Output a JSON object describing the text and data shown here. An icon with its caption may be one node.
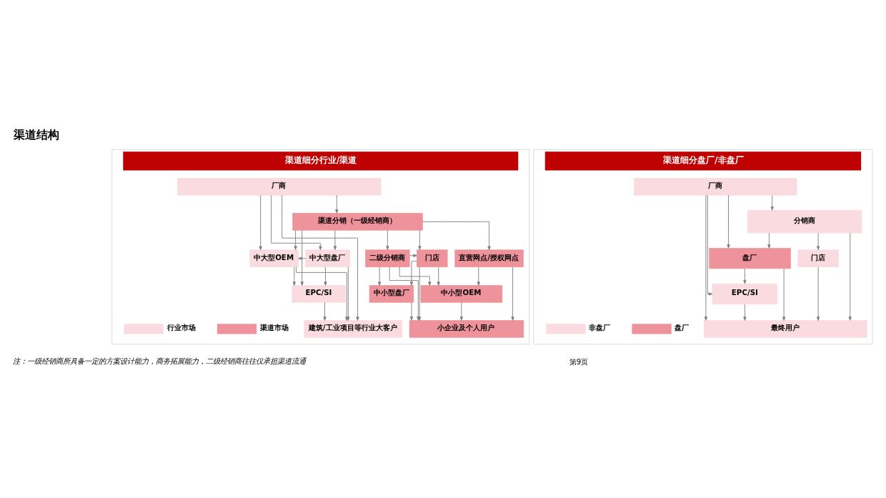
{
  "diagram": {
    "title": "渠道结构",
    "nodes": [
      {
        "text": [
          "渠道细分行业/渠道"
        ]
      },
      {
        "text": [
          "厂商"
        ],
        "in": 0
      },
      {
        "text": [
          "渠道分销（一级经销商）"
        ],
        "in": 0
      },
      {
        "text": [
          "中大型盘厂"
        ],
        "in": 0
      },
      {
        "text": [
          "中大型OEM"
        ],
        "in": 0
      },
      {
        "text": [
          "二级分销商"
        ],
        "in": 0
      },
      {
        "text": [
          "门店"
        ],
        "in": 0
      },
      {
        "text": [
          "直营网点/授权网点"
        ],
        "in": 0
      },
      {
        "text": [
          "中小型盘厂"
        ],
        "in": 0
      },
      {
        "text": [
          "EPC/SI"
        ],
        "in": 0
      },
      {
        "text": [
          "中小型OEM"
        ],
        "in": 0
      },
      {
        "text": [
          "建筑/工业项目等行业大客户"
        ],
        "in": 0
      },
      {
        "text": [
          "小企业及个人用户"
        ],
        "in": 0
      },
      {
        "text": [
          "渠道细分盘厂/非盘厂"
        ]
      },
      {
        "text": [
          "厂商"
        ],
        "in": 13
      },
      {
        "text": [
          "分销商"
        ],
        "in": 13
      },
      {
        "text": [
          "门店"
        ],
        "in": 13
      },
      {
        "text": [
          "盘厂"
        ],
        "in": 13
      },
      {
        "text": [
          "EPC/SI"
        ],
        "in": 13
      },
      {
        "text": [
          "最终用户"
        ],
        "in": 13
      }
    ],
    "edges": [
      {
        "from": 1,
        "to": 2,
        "arrow": "to"
      },
      {
        "from": 1,
        "to": 3,
        "arrow": "to"
      },
      {
        "from": 1,
        "to": 4,
        "arrow": "to"
      },
      {
        "from": 1,
        "to": 11,
        "arrow": "to"
      },
      {
        "from": 2,
        "to": 3,
        "arrow": "to"
      },
      {
        "from": 2,
        "to": 4,
        "arrow": "to"
      },
      {
        "from": 2,
        "to": 9,
        "arrow": "to"
      },
      {
        "from": 2,
        "to": 5,
        "arrow": "to"
      },
      {
        "from": 2,
        "to": 6,
        "arrow": "to"
      },
      {
        "from": 2,
        "to": 7,
        "arrow": "to"
      },
      {
        "from": 3,
        "to": 4,
        "arrow": "to"
      },
      {
        "from": 5,
        "to": 6,
        "arrow": "to"
      },
      {
        "from": 3,
        "to": 9,
        "arrow": "to"
      },
      {
        "from": 3,
        "to": 11,
        "arrow": "to"
      },
      {
        "from": 4,
        "to": 9,
        "arrow": "to"
      },
      {
        "from": 4,
        "to": 11,
        "arrow": "to"
      },
      {
        "from": 5,
        "to": 8,
        "arrow": "to"
      },
      {
        "from": 5,
        "to": 10,
        "arrow": "to"
      },
      {
        "from": 5,
        "to": 12,
        "arrow": "to"
      },
      {
        "from": 6,
        "to": 8,
        "arrow": "to"
      },
      {
        "from": 6,
        "to": 10,
        "arrow": "to"
      },
      {
        "from": 6,
        "to": 12,
        "arrow": "to"
      },
      {
        "from": 7,
        "to": 10,
        "arrow": "to"
      },
      {
        "from": 7,
        "to": 12,
        "arrow": "to"
      },
      {
        "from": 8,
        "to": 12,
        "arrow": "to"
      },
      {
        "from": 9,
        "to": 11,
        "arrow": "to"
      },
      {
        "from": 10,
        "to": 12,
        "arrow": "to"
      },
      {
        "from": 14,
        "to": 15,
        "arrow": "to"
      },
      {
        "from": 14,
        "to": 17,
        "arrow": "to"
      },
      {
        "from": 14,
        "to": 18,
        "arrow": "to"
      },
      {
        "from": 14,
        "to": 19,
        "arrow": "to"
      },
      {
        "from": 15,
        "to": 16,
        "arrow": "to"
      },
      {
        "from": 15,
        "to": 17,
        "arrow": "to"
      },
      {
        "from": 15,
        "to": 19,
        "arrow": "to"
      },
      {
        "from": 16,
        "to": 19,
        "arrow": "to"
      },
      {
        "from": 17,
        "to": 18,
        "arrow": "to"
      },
      {
        "from": 17,
        "to": 19,
        "arrow": "to"
      },
      {
        "from": 18,
        "to": 19,
        "arrow": "to"
      }
    ],
    "labels": [
      "注：一级经销商所具备一定的方案设计能力，商务拓展能力，二级经销商往往仅承担渠道流通",
      "第9页"
    ],
    "legend": [
      {
        "text": "行业市场",
        "color": "#f9dbe0"
      },
      {
        "text": "渠道市场",
        "color": "#ee939b"
      },
      {
        "text": "非盘厂",
        "color": "#f9dbe0"
      },
      {
        "text": "盘厂",
        "color": "#ee939b"
      }
    ]
  }
}
